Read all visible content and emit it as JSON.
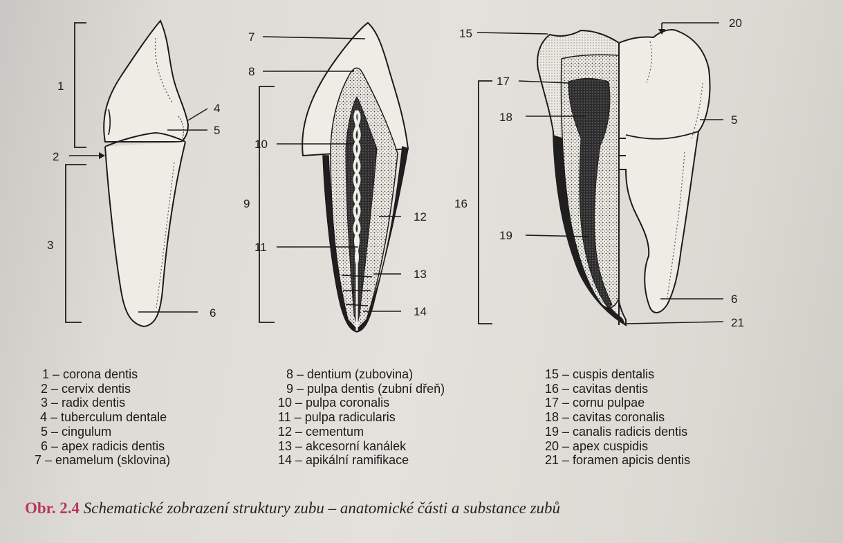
{
  "figure": {
    "labels": [
      "1",
      "2",
      "3",
      "4",
      "5",
      "6",
      "7",
      "8",
      "9",
      "10",
      "11",
      "12",
      "13",
      "14",
      "15",
      "16",
      "17",
      "18",
      "19",
      "20",
      "5",
      "6",
      "21"
    ],
    "legend": [
      [
        "1 – corona dentis",
        "2 – cervix dentis",
        "3 – radix dentis",
        "4 – tuberculum dentale",
        "5 – cingulum",
        "6 – apex radicis dentis",
        "7 – enamelum (sklovina)"
      ],
      [
        "8 – dentium (zubovina)",
        "9 – pulpa dentis (zubní dřeň)",
        "10 – pulpa coronalis",
        "11 – pulpa radicularis",
        "12 – cementum",
        "13 – akcesorní kanálek",
        "14 – apikální ramifikace"
      ],
      [
        "15 – cuspis dentalis",
        "16 – cavitas dentis",
        "17 – cornu pulpae",
        "18 – cavitas coronalis",
        "19 – canalis radicis dentis",
        "20 – apex cuspidis",
        "21 – foramen apicis dentis"
      ]
    ]
  },
  "caption": {
    "number": "Obr. 2.4",
    "title": "Schematické zobrazení struktury zubu – anatomické části a substance zubů"
  }
}
